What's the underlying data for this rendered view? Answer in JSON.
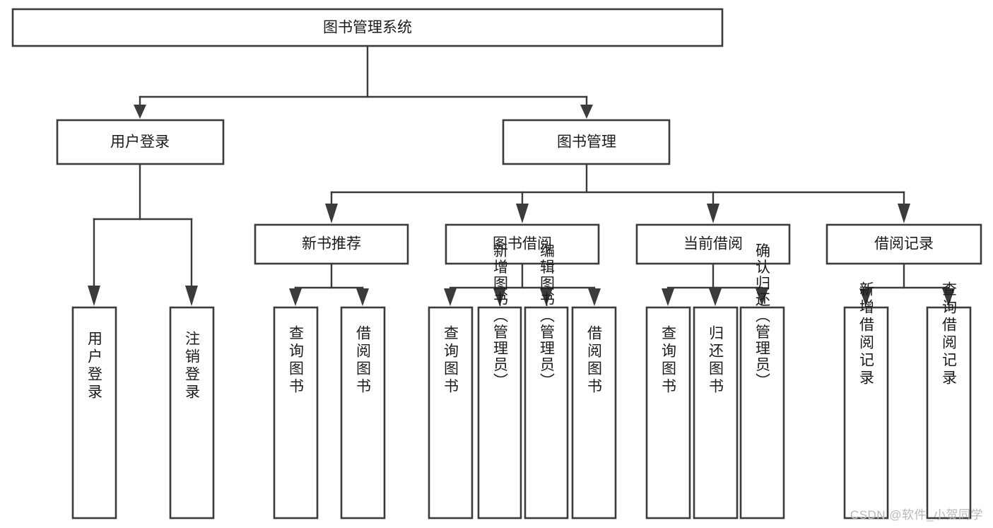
{
  "diagram": {
    "title": "图书管理系统",
    "type": "tree",
    "watermark": "CSDN @软件_小贺同学",
    "colors": {
      "box_stroke": "#3b3b3b",
      "box_fill": "#ffffff",
      "text": "#1b1b1b",
      "watermark": "#b9b9b9",
      "background": "#ffffff"
    },
    "nodes": {
      "root": {
        "label": "图书管理系统",
        "level": 0,
        "orientation": "horizontal"
      },
      "l1": [
        {
          "id": "user-login",
          "label": "用户登录",
          "orientation": "horizontal"
        },
        {
          "id": "book-manage",
          "label": "图书管理",
          "orientation": "horizontal"
        }
      ],
      "l2_book_manage": [
        {
          "id": "new-book-recommend",
          "label": "新书推荐",
          "orientation": "horizontal"
        },
        {
          "id": "book-borrow",
          "label": "图书借阅",
          "orientation": "horizontal"
        },
        {
          "id": "current-borrow",
          "label": "当前借阅",
          "orientation": "horizontal"
        },
        {
          "id": "borrow-record",
          "label": "借阅记录",
          "orientation": "horizontal"
        }
      ],
      "leaves_user_login": [
        {
          "id": "leaf-user-login",
          "label": "用户登录",
          "orientation": "vertical"
        },
        {
          "id": "leaf-logout-login",
          "label": "注销登录",
          "orientation": "vertical"
        }
      ],
      "leaves_new_book_recommend": [
        {
          "id": "leaf-query-book-1",
          "label": "查询图书",
          "orientation": "vertical"
        },
        {
          "id": "leaf-borrow-book-1",
          "label": "借阅图书",
          "orientation": "vertical"
        }
      ],
      "leaves_book_borrow": [
        {
          "id": "leaf-query-book-2",
          "label": "查询图书",
          "orientation": "vertical"
        },
        {
          "id": "leaf-add-book",
          "label": "新增图书（管理员）",
          "orientation": "vertical"
        },
        {
          "id": "leaf-edit-book",
          "label": "编辑图书（管理员）",
          "orientation": "vertical"
        },
        {
          "id": "leaf-borrow-book-2",
          "label": "借阅图书",
          "orientation": "vertical"
        }
      ],
      "leaves_current_borrow": [
        {
          "id": "leaf-query-book-3",
          "label": "查询图书",
          "orientation": "vertical"
        },
        {
          "id": "leaf-return-book",
          "label": "归还图书",
          "orientation": "vertical"
        },
        {
          "id": "leaf-confirm-return",
          "label": "确认归还（管理员）",
          "orientation": "vertical"
        }
      ],
      "leaves_borrow_record": [
        {
          "id": "leaf-add-borrow-record",
          "label": "新增借阅记录",
          "orientation": "vertical"
        },
        {
          "id": "leaf-query-borrow-record",
          "label": "查询借阅记录",
          "orientation": "vertical"
        }
      ]
    }
  }
}
